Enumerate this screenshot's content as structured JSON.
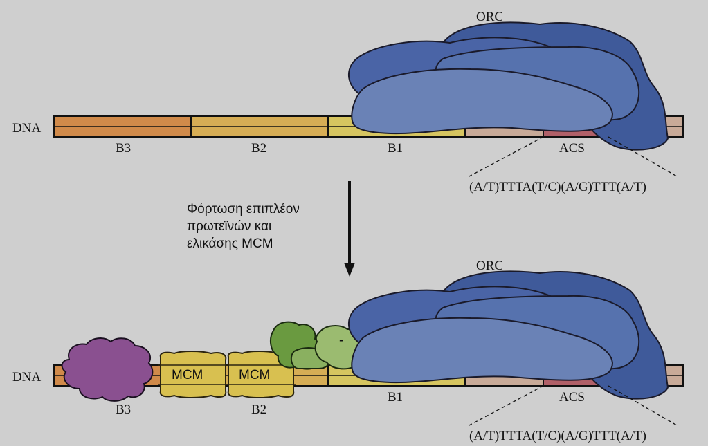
{
  "labels": {
    "dna": "DNA",
    "orc": "ORC",
    "b1": "B1",
    "b2": "B2",
    "b3": "B3",
    "acs": "ACS",
    "mcm": "MCM",
    "sequence": "(A/T)TTTA(T/C)(A/G)TTT(A/T)",
    "minus_mark": "-"
  },
  "caption": {
    "line1": "Φόρτωση επιπλέον",
    "line2": "πρωτεϊνών και",
    "line3": "ελικάσης MCM"
  },
  "colors": {
    "background": "#cfcfcf",
    "b3_segment": "#d08a4a",
    "b2_segment": "#d6ad55",
    "b1_segment": "#d6c560",
    "acs_flank": "#c8aa98",
    "acs_core": "#b06068",
    "orc_dark": "#3f5a9a",
    "orc_mid": "#5672ae",
    "orc_light": "#6a82b6",
    "mcm": "#d8c050",
    "b3_protein": "#8a5090",
    "green_dark": "#6a9a40",
    "green_light": "#9bbb70"
  }
}
